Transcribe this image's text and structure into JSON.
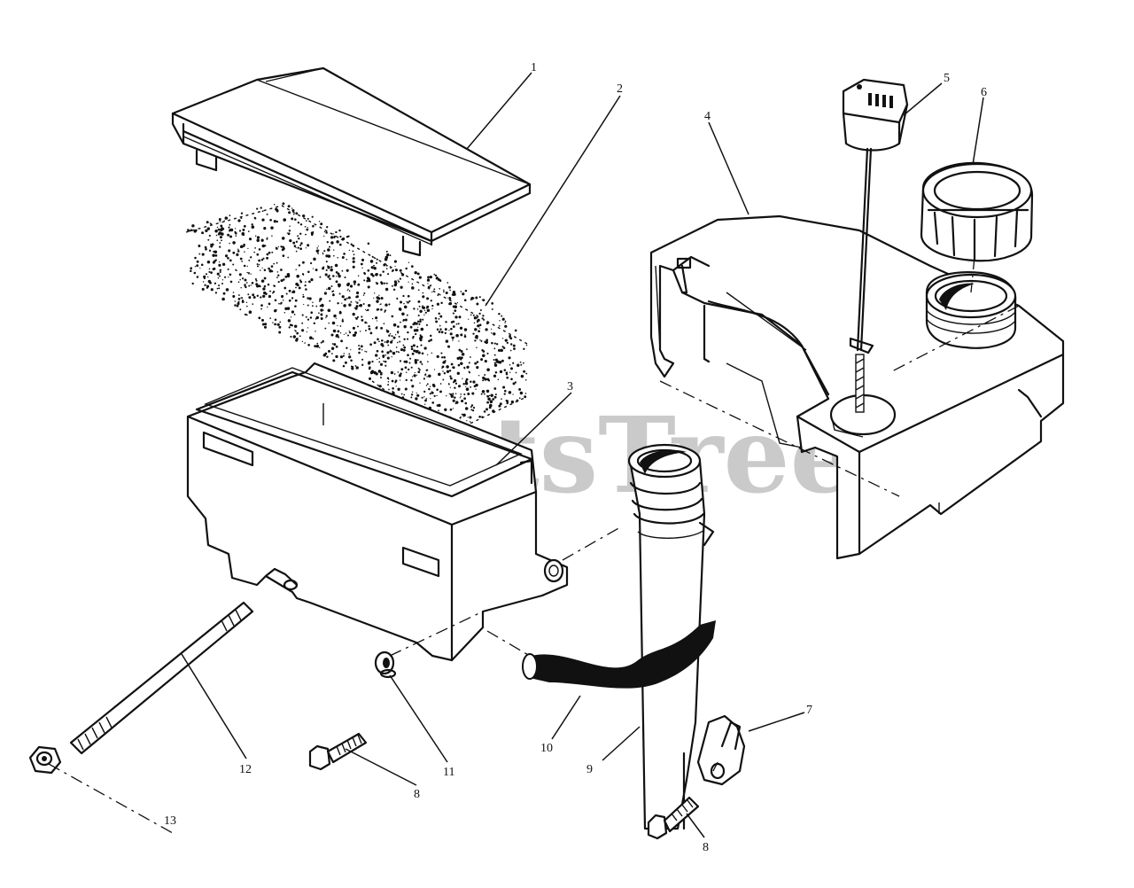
{
  "watermark": {
    "text": "PartsTree"
  },
  "callouts": [
    "1",
    "2",
    "3",
    "4",
    "5",
    "6",
    "7",
    "8",
    "9",
    "10",
    "11",
    "12",
    "13",
    "8"
  ]
}
